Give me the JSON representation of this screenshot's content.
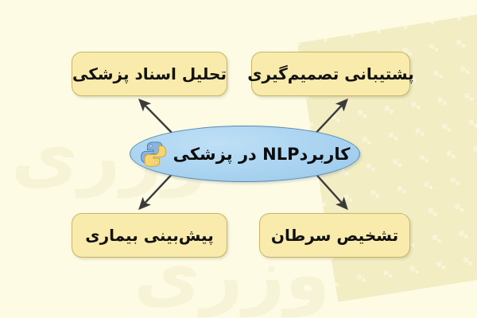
{
  "diagram": {
    "type": "hub-and-spoke",
    "language": "fa",
    "direction": "rtl",
    "background_color": "#fdfbe4",
    "center": {
      "label": "کاربردNLP در پزشکی",
      "fill_color": "#a9d3f0",
      "border_color": "#5b87ad",
      "icon": "python-logo-icon"
    },
    "nodes": [
      {
        "id": "doc-analysis",
        "label": "تحلیل اسناد پزشکی",
        "position": "top-left",
        "fill_color": "#f9ebab",
        "border_color": "#c9b568"
      },
      {
        "id": "decision-support",
        "label": "پشتیبانی تصمیم‌گیری",
        "position": "top-right",
        "fill_color": "#f9ebab",
        "border_color": "#c9b568"
      },
      {
        "id": "disease-prediction",
        "label": "پیش‌بینی بیماری",
        "position": "bottom-left",
        "fill_color": "#f9ebab",
        "border_color": "#c9b568"
      },
      {
        "id": "cancer-diagnosis",
        "label": "تشخیص سرطان",
        "position": "bottom-right",
        "fill_color": "#f9ebab",
        "border_color": "#c9b568"
      }
    ],
    "connectors": {
      "color": "#3b3b3b",
      "arrowhead": "solid-triangle",
      "edges": [
        {
          "from": "center",
          "to": "doc-analysis"
        },
        {
          "from": "center",
          "to": "decision-support"
        },
        {
          "from": "center",
          "to": "disease-prediction"
        },
        {
          "from": "center",
          "to": "cancer-diagnosis"
        }
      ]
    },
    "watermark": {
      "word_left": "وزری",
      "word_bottom": "وزری",
      "color": "#f7f3d6"
    }
  }
}
